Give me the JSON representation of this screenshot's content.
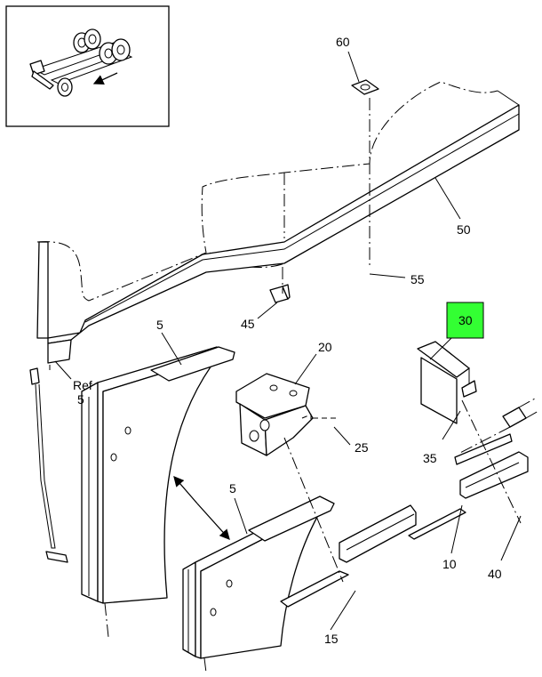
{
  "callouts": {
    "c60": "60",
    "c50": "50",
    "c55": "55",
    "c45": "45",
    "c30": "30",
    "c20": "20",
    "c25": "25",
    "c35": "35",
    "c5a": "5",
    "c5b": "5",
    "ref_word": "Ref",
    "ref_num": "5",
    "c10": "10",
    "c40": "40",
    "c15": "15"
  },
  "colors": {
    "highlight": "#33ff33",
    "line": "#000000",
    "background": "#ffffff"
  },
  "highlighted_callout": "30"
}
